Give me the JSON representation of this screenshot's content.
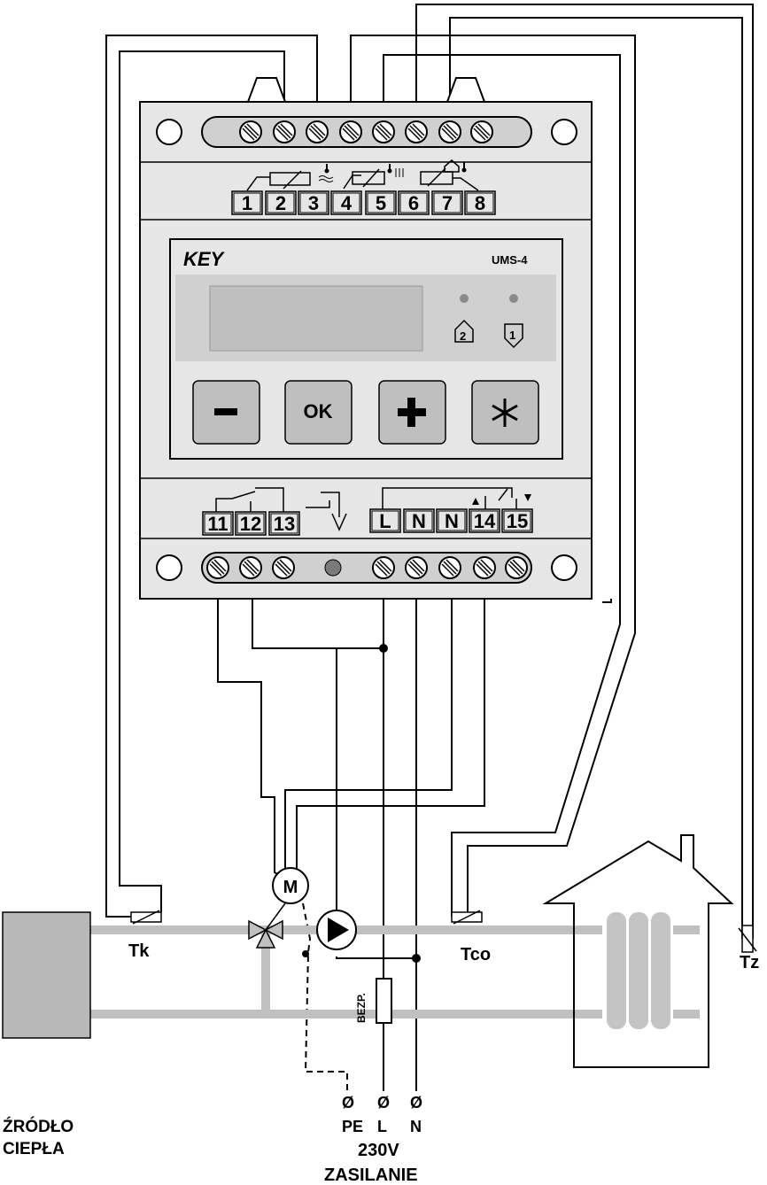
{
  "device": {
    "brand": "KEY",
    "model": "UMS-4",
    "led_labels": [
      "2",
      "1"
    ]
  },
  "top_terminals": [
    "1",
    "2",
    "3",
    "4",
    "5",
    "6",
    "7",
    "8"
  ],
  "bottom_terminals_left": [
    "11",
    "12",
    "13"
  ],
  "bottom_terminals_right": [
    "L",
    "N",
    "N",
    "14",
    "15"
  ],
  "buttons": {
    "minus": "–",
    "ok": "OK",
    "plus": "+",
    "star": "✳"
  },
  "labels": {
    "tk": "Tk",
    "tco": "Tco",
    "tz": "Tz",
    "motor": "M",
    "fuse": "BEZP.",
    "heat_source_line1": "ŹRÓDŁO",
    "heat_source_line2": "CIEPŁA",
    "pe": "PE",
    "l": "L",
    "n": "N",
    "voltage": "230V",
    "supply": "ZASILANIE",
    "terminal_symbol": "Ø"
  },
  "colors": {
    "body": "#e6e6e6",
    "panel": "#d0d0d0",
    "button": "#bfbfbf",
    "pipe": "#c0c0c0",
    "source": "#b8b8b8"
  }
}
